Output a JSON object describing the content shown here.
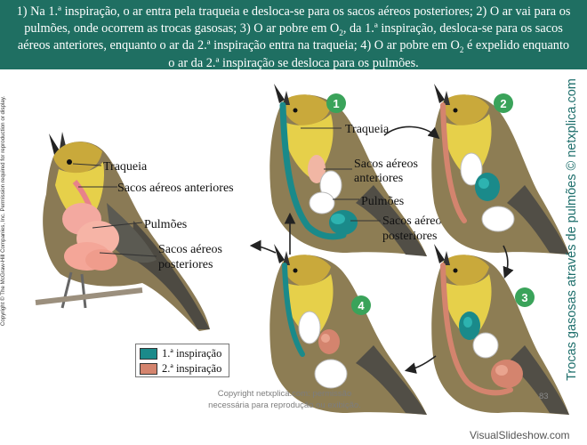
{
  "header": {
    "line1": "1) Na 1.ª inspiração, o ar entra pela traqueia e desloca-se para os sacos aéreos posteriores; 2) O ar vai para os",
    "line2": "pulmões, onde ocorrem as  trocas gasosas; 3) O ar pobre em O",
    "line2_sub": "2",
    "line2_end": ", da 1.ª inspiração, desloca-se para os sacos",
    "line3": "aéreos anteriores, enquanto o ar da 2.ª inspiração entra na traqueia; 4) O ar pobre em O",
    "line3_sub": "2",
    "line3_end": " é expelido enquanto",
    "line4": "o ar da 2.ª inspiração se desloca para os pulmões."
  },
  "anatomy_labels": {
    "trachea": "Traqueia",
    "anterior_sacs": "Sacos aéreos anteriores",
    "lungs": "Pulmões",
    "posterior_sacs_1": "Sacos aéreos",
    "posterior_sacs_2": "posteriores"
  },
  "panel_labels": {
    "trachea": "Traqueia",
    "anterior_sacs_1": "Sacos aéreos",
    "anterior_sacs_2": "anteriores",
    "lungs": "Pulmões",
    "posterior_sacs_1": "Sacos aéreos",
    "posterior_sacs_2": "posteriores"
  },
  "steps": [
    "1",
    "2",
    "3",
    "4"
  ],
  "legend": {
    "first": "1.ª inspiração",
    "second": "2.ª inspiração",
    "first_color": "#1a8a8a",
    "second_color": "#d4846e"
  },
  "copyright_left": "Copyright © The McGraw-Hill Companies, Inc. Permission required for reproduction or display.",
  "side_caption": "Trocas gasosas através de pulmões © netxplica.com",
  "footer": {
    "line1": "Copyright netxplica.com: permissão",
    "line2": "necessária para reprodução ou exibição.",
    "page_number": "83",
    "watermark": "VisualSlideshow.com"
  },
  "colors": {
    "header_bg": "#1f6f62",
    "step_badge": "#3aa35a",
    "teal": "#1a8a8a",
    "salmon": "#d4846e"
  }
}
